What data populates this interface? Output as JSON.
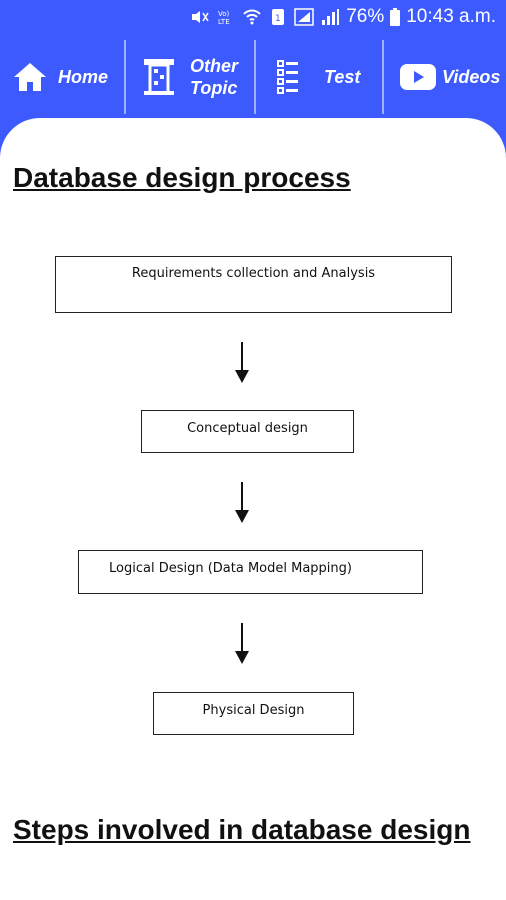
{
  "status": {
    "battery": "76%",
    "time": "10:43 a.m."
  },
  "nav": {
    "home": "Home",
    "other_line1": "Other",
    "other_line2": "Topic",
    "test": "Test",
    "videos": "Videos"
  },
  "content": {
    "heading1": "Database design process",
    "boxes": [
      "Requirements collection and Analysis",
      "Conceptual design",
      "Logical Design (Data Model Mapping)",
      "Physical Design"
    ],
    "heading2": "Steps involved in database design"
  },
  "colors": {
    "accent": "#3d5afe"
  }
}
